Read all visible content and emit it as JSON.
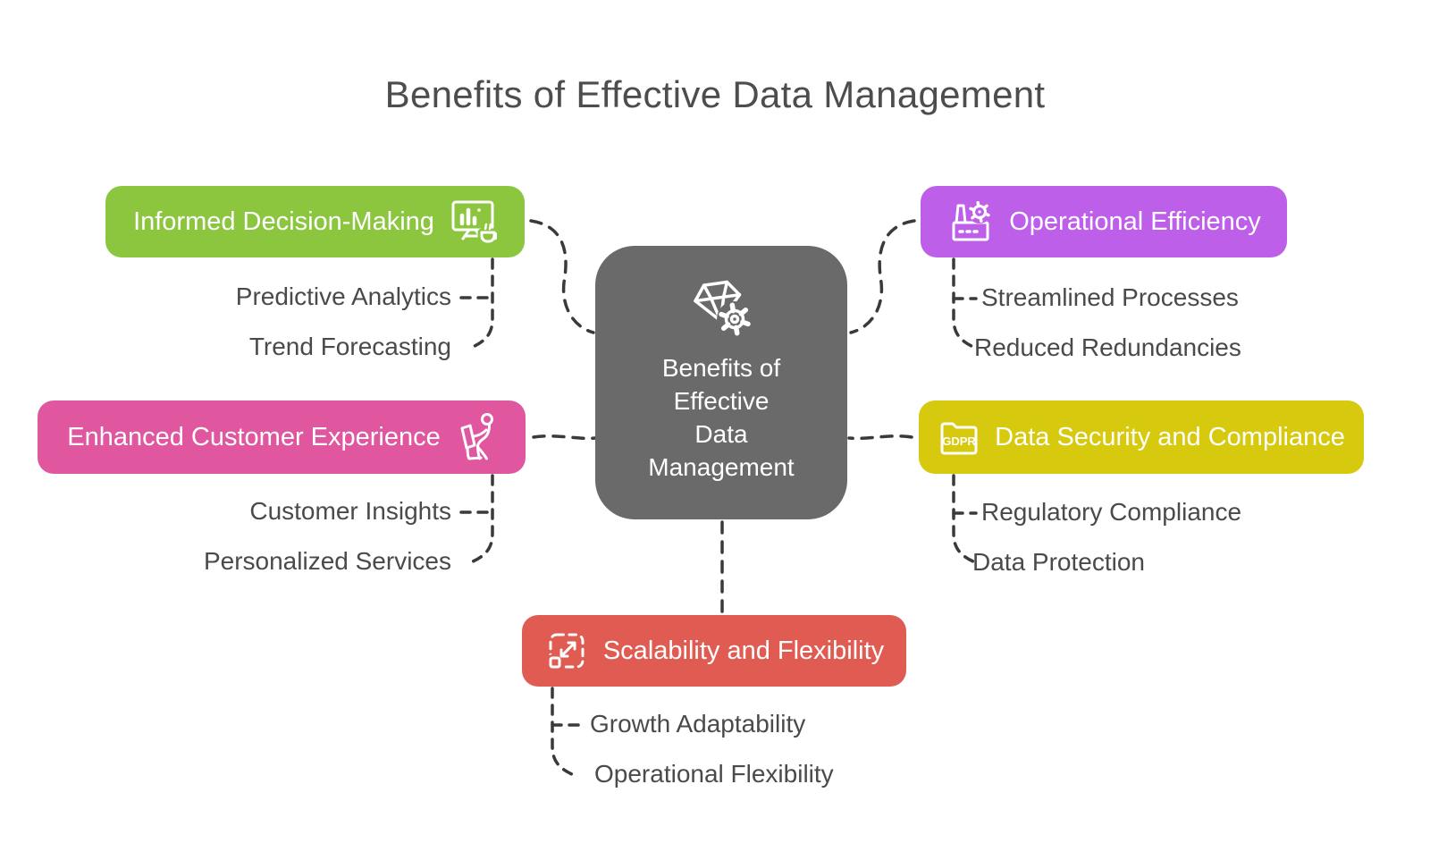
{
  "title": "Benefits of Effective Data Management",
  "center": {
    "lines": [
      "Benefits of",
      "Effective",
      "Data",
      "Management"
    ],
    "color": "#6A6A6A",
    "icon": "gem-gear-icon"
  },
  "branches": [
    {
      "id": "informed-decision-making",
      "label": "Informed Decision-Making",
      "color": "#8CC63F",
      "icon": "monitor-chart-coffee-icon",
      "sub_items": [
        "Predictive Analytics",
        "Trend Forecasting"
      ]
    },
    {
      "id": "operational-efficiency",
      "label": "Operational Efficiency",
      "color": "#BE5FE9",
      "icon": "factory-gear-icon",
      "sub_items": [
        "Streamlined Processes",
        "Reduced Redundancies"
      ]
    },
    {
      "id": "enhanced-customer-experience",
      "label": "Enhanced Customer Experience",
      "color": "#E0579F",
      "icon": "person-kiosk-icon",
      "sub_items": [
        "Customer Insights",
        "Personalized Services"
      ]
    },
    {
      "id": "data-security-and-compliance",
      "label": "Data Security and Compliance",
      "color": "#D7C90E",
      "icon": "gdpr-folder-icon",
      "icon_text": "GDPR",
      "sub_items": [
        "Regulatory Compliance",
        "Data Protection"
      ]
    },
    {
      "id": "scalability-and-flexibility",
      "label": "Scalability and Flexibility",
      "color": "#E05B52",
      "icon": "resize-expand-icon",
      "sub_items": [
        "Growth Adaptability",
        "Operational Flexibility"
      ]
    }
  ],
  "connector_color": "#3A3A3A",
  "text_color": "#4A4A4A",
  "title_color": "#4D4D4D"
}
